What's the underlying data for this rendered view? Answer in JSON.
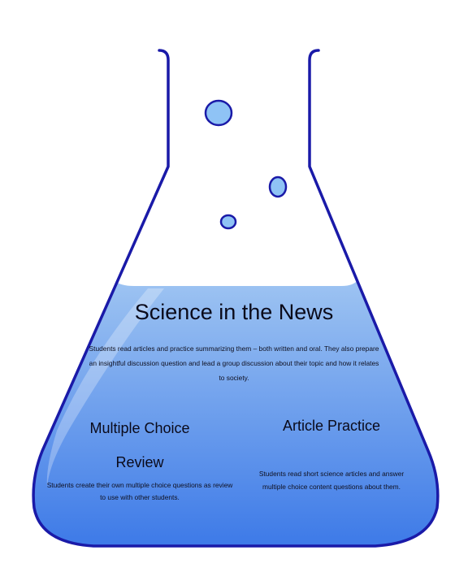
{
  "main_section": {
    "title": "Science in the News",
    "body": "Students read articles and practice summarizing them – both written and oral.  They also prepare an insightful discussion question and lead a group discussion about their topic and how it relates to society."
  },
  "left_section": {
    "title": "Multiple Choice Review",
    "body": "Students create their own multiple choice questions as review to use with other students."
  },
  "right_section": {
    "title": "Article Practice",
    "body": "Students read short science articles and answer multiple choice content questions about them."
  },
  "colors": {
    "outline": "#1a1aa8",
    "liquid_top": "#9ec4f2",
    "liquid_bottom": "#2f6fe6",
    "bubble_fill": "#8fc3f5",
    "highlight": "#ffffff"
  }
}
